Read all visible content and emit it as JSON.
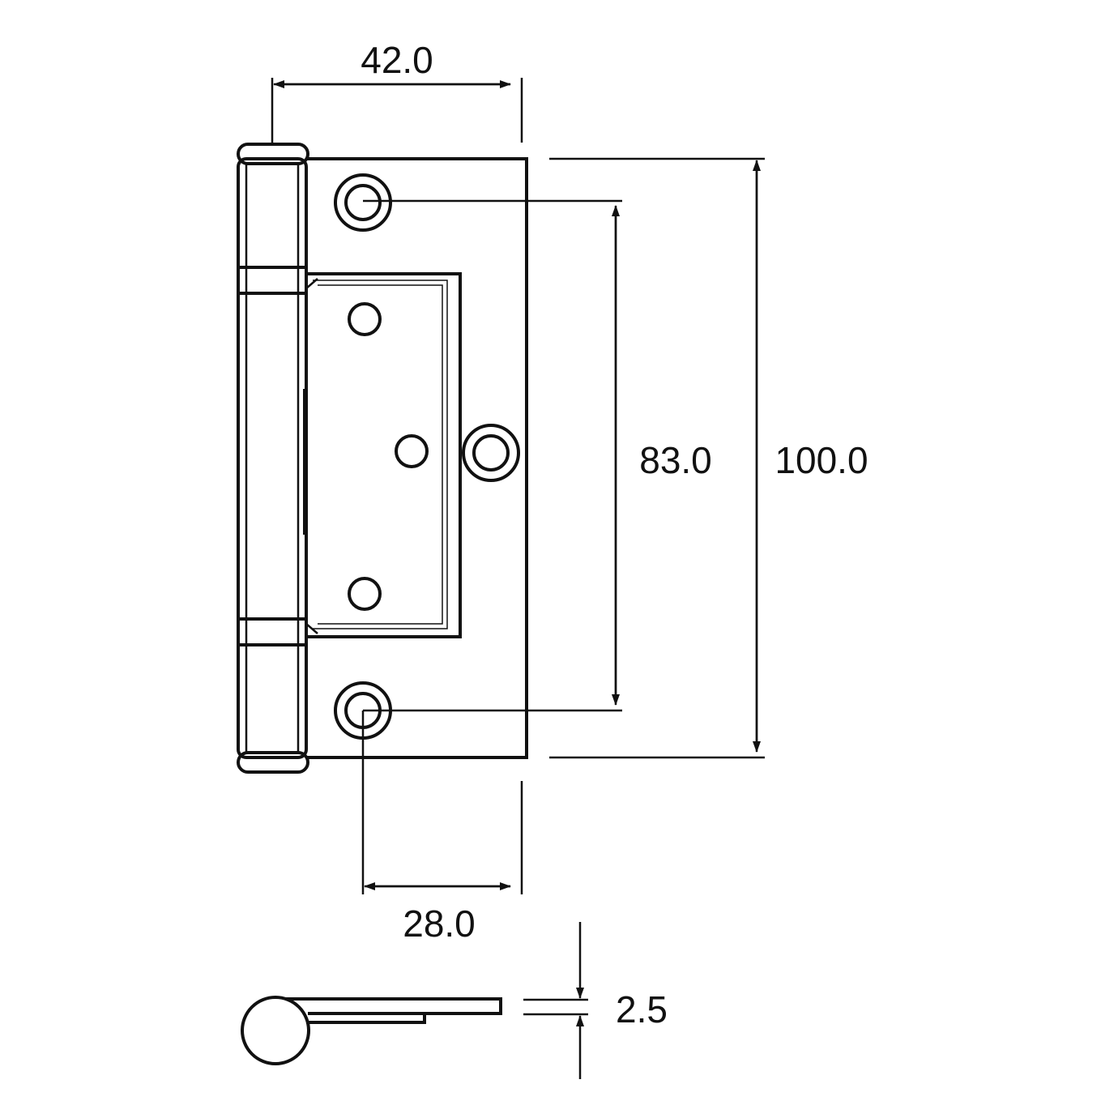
{
  "dimensions": {
    "leaf_width": "42.0",
    "hole_spacing": "83.0",
    "overall_height": "100.0",
    "hole_offset": "28.0",
    "thickness": "2.5"
  },
  "colors": {
    "line": "#111111",
    "background": "#ffffff"
  }
}
